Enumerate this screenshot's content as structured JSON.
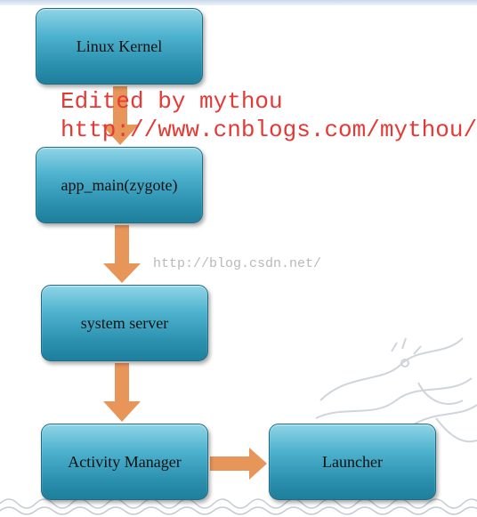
{
  "nodes": {
    "kernel": "Linux Kernel",
    "app_main": "app_main(zygote)",
    "system_server": "system server",
    "activity_manager": "Activity Manager",
    "launcher": "Launcher"
  },
  "watermarks": {
    "edited_by": "Edited by mythou",
    "url": "http://www.cnblogs.com/mythou/",
    "csdn": "http://blog.csdn.net/"
  },
  "colors": {
    "box_top": "#8fd4e6",
    "box_bottom": "#1f7f9c",
    "arrow": "#e8955a",
    "watermark_red": "#e53935"
  },
  "icons": [
    "decorative-dragon-icon",
    "wave-pattern-icon"
  ]
}
